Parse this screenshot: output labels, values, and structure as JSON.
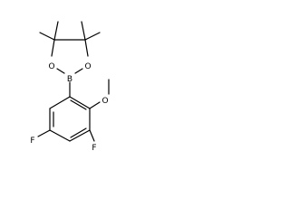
{
  "molecule": {
    "atoms": {
      "boron": "B",
      "oxygen_left": "O",
      "oxygen_right": "O",
      "oxygen_methoxy": "O",
      "fluorine_left": "F",
      "fluorine_bottom": "F"
    }
  },
  "style": {
    "background": "#ffffff",
    "ink": "#000000"
  }
}
